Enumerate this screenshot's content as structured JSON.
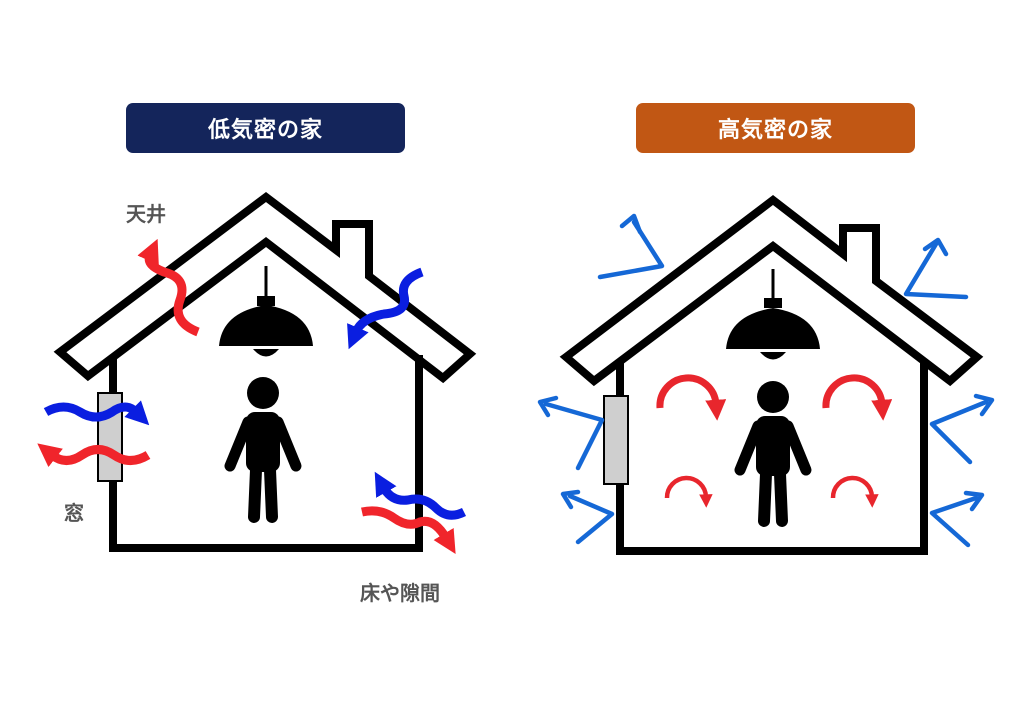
{
  "low": {
    "title": "低気密の家",
    "labels": {
      "ceiling": "天井",
      "window": "窓",
      "floor_gaps": "床や隙間"
    }
  },
  "high": {
    "title": "高気密の家"
  },
  "colors": {
    "navy": "#14255b",
    "orange": "#c15714",
    "leak_in": "#0a1ee0",
    "leak_out": "#f0252b",
    "shield": "#1568d6",
    "circulation": "#e8262d",
    "window": "#cfcfcf"
  },
  "icons": [
    "house-outline-icon",
    "pendant-lamp-icon",
    "person-icon",
    "wavy-arrow-icon",
    "circular-arrow-icon",
    "deflect-arrow-icon"
  ]
}
